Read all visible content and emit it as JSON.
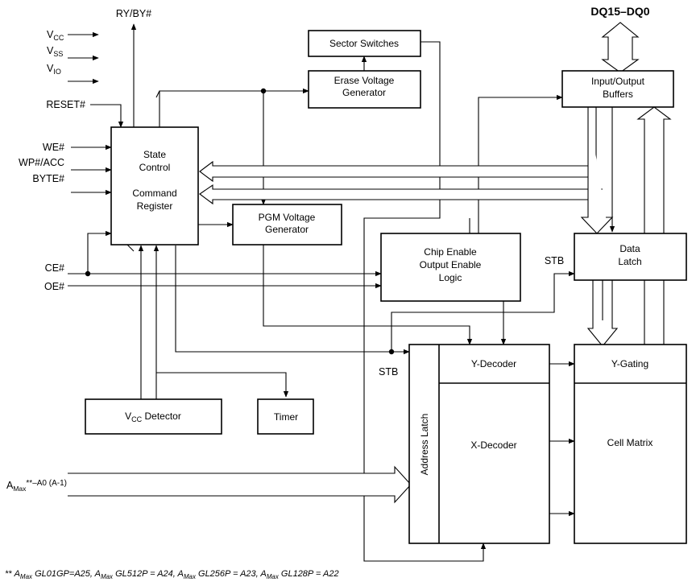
{
  "bus_label": "DQ15–DQ0",
  "signals": {
    "ry_by": "RY/BY#",
    "vcc": "V",
    "vcc_sub": "CC",
    "vss": "V",
    "vss_sub": "SS",
    "vio": "V",
    "vio_sub": "IO",
    "reset": "RESET#",
    "we": "WE#",
    "wp_acc": "WP#/ACC",
    "byte": "BYTE#",
    "ce": "CE#",
    "oe": "OE#",
    "stb_top": "STB",
    "stb_bottom": "STB",
    "amax_a": "A",
    "amax_sub": "Max",
    "amax_rest": "**–A0 (A-1)"
  },
  "blocks": {
    "sector_switches": "Sector Switches",
    "erase_voltage": [
      "Erase Voltage",
      "Generator"
    ],
    "io_buffers": [
      "Input/Output",
      "Buffers"
    ],
    "state_control": [
      "State",
      "Control",
      "Command",
      "Register"
    ],
    "pgm_voltage": [
      "PGM Voltage",
      "Generator"
    ],
    "chip_enable": [
      "Chip Enable",
      "Output Enable",
      "Logic"
    ],
    "data_latch": [
      "Data",
      "Latch"
    ],
    "y_decoder": "Y-Decoder",
    "y_gating": "Y-Gating",
    "x_decoder": "X-Decoder",
    "cell_matrix": "Cell Matrix",
    "address_latch": "Address Latch",
    "vcc_detector_v": "V",
    "vcc_detector_sub": "CC",
    "vcc_detector_rest": " Detector",
    "timer": "Timer"
  },
  "footnote": {
    "prefix": "**",
    "a": "A",
    "sub": "Max",
    "t1": " GL01GP=A25, ",
    "t2": " GL512P = A24, ",
    "t3": " GL256P = A23, ",
    "t4": " GL128P = A22"
  }
}
